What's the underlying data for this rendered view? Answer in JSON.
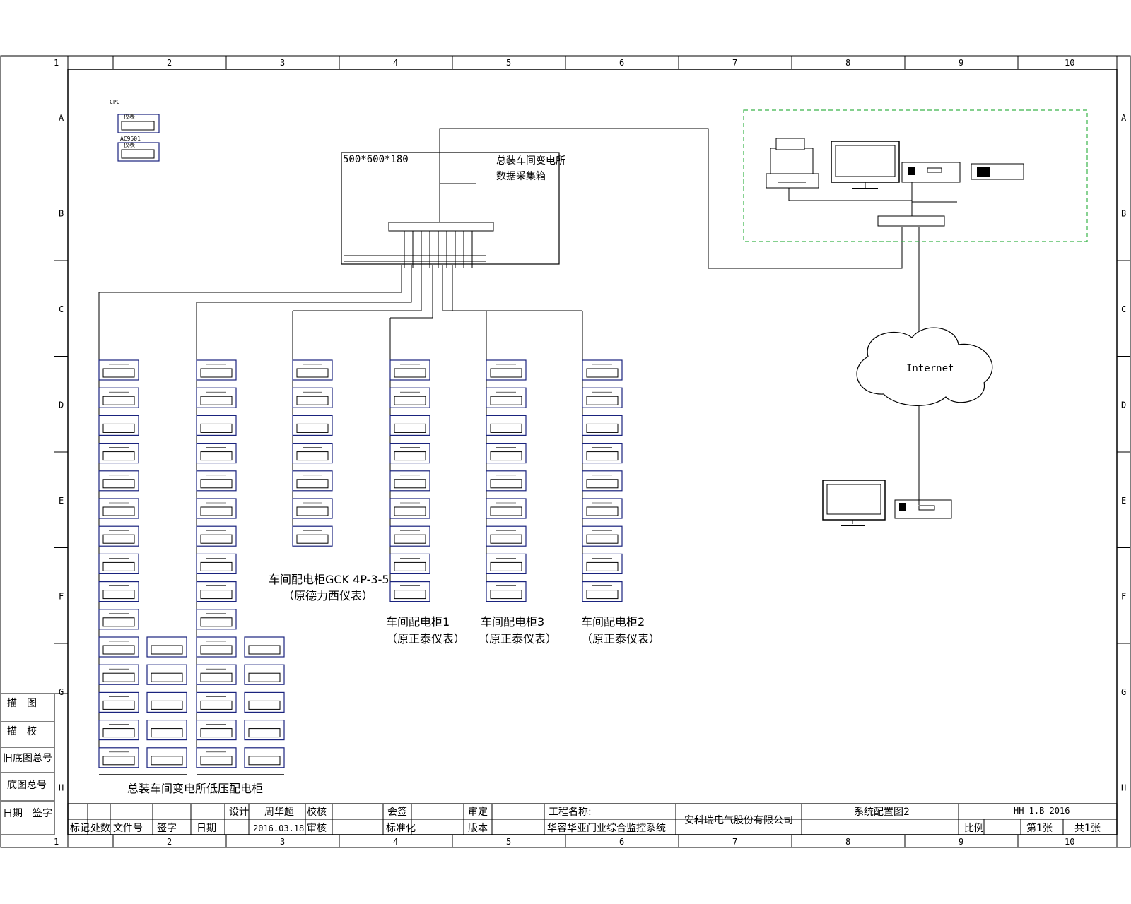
{
  "grid": {
    "columns": [
      "1",
      "2",
      "3",
      "4",
      "5",
      "6",
      "7",
      "8",
      "9",
      "10"
    ],
    "rows": [
      "A",
      "B",
      "C",
      "D",
      "E",
      "F",
      "G",
      "H"
    ]
  },
  "legend": {
    "top_code": "CPC",
    "bottom_code": "AC9501",
    "labels": [
      "",
      ""
    ]
  },
  "collector_box": {
    "size": "500*600*180",
    "title_lines": [
      "总装车间变电所",
      "数据采集箱"
    ],
    "switch_label": "",
    "bus_label": ""
  },
  "monitor_station": {
    "monitor_label": "",
    "internet_label": "Internet",
    "remote_label": ""
  },
  "cabinets": [
    {
      "code": "",
      "label_lines": [
        "",
        ""
      ],
      "devices": [
        "",
        "",
        "",
        "",
        "",
        "",
        "",
        "",
        "",
        "",
        "",
        "",
        "",
        "",
        ""
      ],
      "devices_extra": [
        "",
        "",
        "",
        "",
        ""
      ]
    },
    {
      "code": "",
      "label_lines": [
        "",
        ""
      ],
      "devices": [
        "",
        "",
        "",
        "",
        "",
        "",
        "",
        "",
        "",
        "",
        "",
        "",
        "",
        "",
        ""
      ],
      "devices_extra": [
        "",
        "",
        "",
        "",
        ""
      ]
    },
    {
      "code": "",
      "label_lines": [
        "车间配电柜GCK 4P-3-5",
        "（原德力西仪表）"
      ],
      "devices": [
        "",
        "",
        "",
        "",
        "",
        "",
        ""
      ]
    },
    {
      "code": "",
      "label_lines": [
        "车间配电柜1",
        "（原正泰仪表）"
      ],
      "devices": [
        "",
        "",
        "",
        "",
        "",
        "",
        "",
        "",
        ""
      ]
    },
    {
      "code": "",
      "label_lines": [
        "车间配电柜3",
        "（原正泰仪表）"
      ],
      "devices": [
        "",
        "",
        "",
        "",
        "",
        "",
        "",
        "",
        ""
      ]
    },
    {
      "code": "",
      "label_lines": [
        "车间配电柜2",
        "（原正泰仪表）"
      ],
      "devices": [
        "",
        "",
        "",
        "",
        "",
        "",
        "",
        "",
        ""
      ]
    }
  ],
  "bottom_label": "总装车间变电所低压配电柜",
  "left_stamp": {
    "rows": [
      "描　图",
      "描　校",
      "旧底图总号",
      "底图总号",
      "日期　签字"
    ]
  },
  "title_block": {
    "design_label": "设计",
    "designer": "周华超",
    "check_label": "校核",
    "review_label": "会签",
    "approve_label": "审定",
    "project_label": "工程名称:",
    "project_name": "华容华亚门业综合监控系统",
    "company": "安科瑞电气股份有限公司",
    "drawing_title": "系统配置图2",
    "drawing_no": "HH-1.B-2016",
    "date": "2016.03.18",
    "header_cells": [
      "标记",
      "处数",
      "文件号",
      "签字",
      "日期"
    ],
    "approve_label2": "审核",
    "standard_label": "标准化",
    "version_label": "版本",
    "scale_label": "比例",
    "sheet_label": "第1张",
    "total_label": "共1张"
  }
}
